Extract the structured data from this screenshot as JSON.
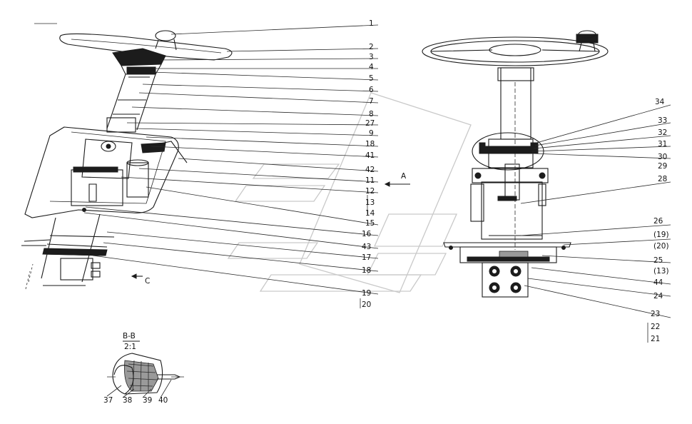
{
  "labels_left": [
    "1",
    "2",
    "3",
    "4",
    "5",
    "6",
    "7",
    "8",
    "27",
    "9",
    "18",
    "41",
    "42",
    "11",
    "12",
    "13",
    "14",
    "15",
    "16",
    "43",
    "17",
    "18",
    "19",
    "20"
  ],
  "labels_right": [
    "34",
    "33",
    "32",
    "31",
    "30",
    "29",
    "28",
    "26",
    "(19)",
    "(20)",
    "25",
    "(13)",
    "44",
    "24",
    "23",
    "22",
    "21"
  ],
  "section_title": "B-B",
  "section_scale": "2:1",
  "section_labels": [
    "37",
    "38",
    "39",
    "40"
  ],
  "view_markers": {
    "a": "A",
    "c": "C"
  }
}
